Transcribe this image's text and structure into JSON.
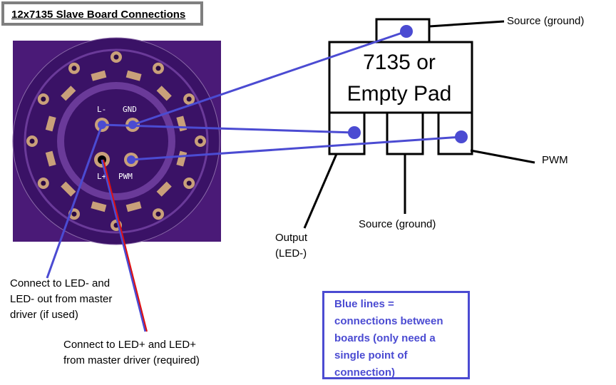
{
  "title": "12x7135 Slave Board Connections",
  "pcb": {
    "label_l_minus": "L-",
    "label_gnd": "GND",
    "label_l_plus": "L+",
    "label_pwm": "PWM"
  },
  "chip": {
    "line1": "7135 or",
    "line2": "Empty Pad"
  },
  "labels": {
    "source_top": "Source (ground)",
    "pwm": "PWM",
    "source_bottom": "Source (ground)",
    "output_line1": "Output",
    "output_line2": "(LED-)",
    "led_minus_line1": "Connect to LED- and",
    "led_minus_line2": "LED- out from master",
    "led_minus_line3": "driver (if used)",
    "led_plus_line1": "Connect to LED+ and LED+",
    "led_plus_line2": "from master driver (required)"
  },
  "note": {
    "line1": "Blue lines =",
    "line2": "connections between",
    "line3": "boards (only need a",
    "line4": "single point of",
    "line5": "connection)"
  },
  "colors": {
    "pcb_purple": "#4a1a77",
    "pcb_dark": "#3a1266",
    "pad_tan": "#c9a07a",
    "wire_blue": "#4b4bd2",
    "wire_red": "#e01010",
    "title_border": "#7f7f7f"
  }
}
